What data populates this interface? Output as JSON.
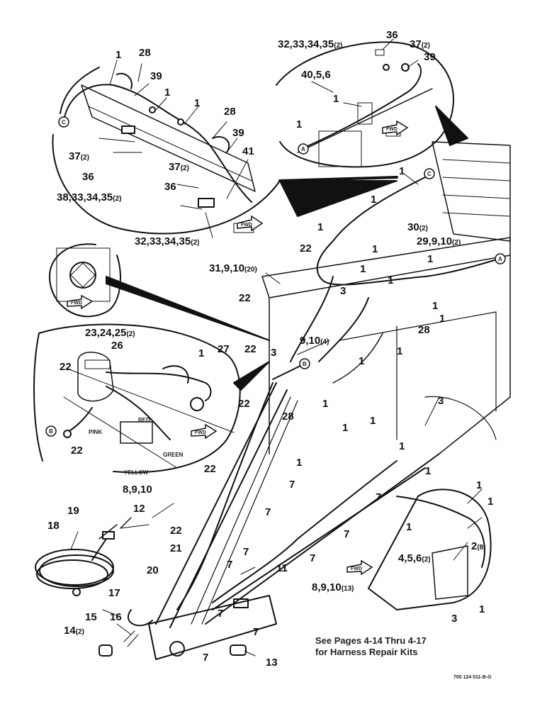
{
  "callouts": {
    "c1": "1",
    "c28a": "28",
    "c39a": "39",
    "c1b": "1",
    "c1c": "1",
    "c28b": "28",
    "c39b": "39",
    "c41": "41",
    "c37a": "37",
    "c37a_q": "(2)",
    "c36a": "36",
    "c38": "38,33,34,35",
    "c38_q": "(2)",
    "c37b": "37",
    "c37b_q": "(2)",
    "c36b": "36",
    "c32b": "32,33,34,35",
    "c32b_q": "(2)",
    "c32a": "32,33,34,35",
    "c32a_q": "(2)",
    "c36c": "36",
    "c37c": "37",
    "c37c_q": "(2)",
    "c39c": "39",
    "c40": "40,5,6",
    "c1d": "1",
    "c1e": "1",
    "c1f": "1",
    "c1g": "1",
    "c1h": "1",
    "c30": "30",
    "c30_q": "(2)",
    "c29": "29,9,10",
    "c29_q": "(2)",
    "c22a": "22",
    "c1i": "1",
    "c1j": "1",
    "c31": "31,9,10",
    "c31_q": "(20)",
    "c22b": "22",
    "c3a": "3",
    "c1k": "1",
    "c1l": "1",
    "c1m": "1",
    "c28c": "28",
    "c9a": "9,10",
    "c9a_q": "(4)",
    "c1n": "1",
    "c1o": "1",
    "c23": "23,24,25",
    "c23_q": "(2)",
    "c26": "26",
    "c22c": "22",
    "c1p": "1",
    "c27": "27",
    "c22d": "22",
    "c22e": "22",
    "c3b": "3",
    "c22f": "22",
    "c28d": "28",
    "c1q": "1",
    "c1r": "1",
    "c3c": "3",
    "c1s": "1",
    "c1t": "1",
    "c1u": "1",
    "c1v": "1",
    "c1w": "1",
    "c22g": "22",
    "c8a": "8,9,10",
    "c19": "19",
    "c12": "12",
    "c18": "18",
    "c7a": "7",
    "c1x": "1",
    "c7b": "7",
    "c1y": "1",
    "c1z": "1",
    "c7c": "7",
    "c22h": "22",
    "c7d": "7",
    "c21": "21",
    "c7e": "7",
    "c2": "2",
    "c2_q": "(8)",
    "c4": "4,5,6",
    "c4_q": "(2)",
    "c7f": "7",
    "c11": "11",
    "c20": "20",
    "c8b": "8,9,10",
    "c8b_q": "(13)",
    "c17": "17",
    "c1aa": "1",
    "c15": "15",
    "c16": "16",
    "c14": "14",
    "c14_q": "(2)",
    "c7g": "7",
    "c7h": "7",
    "c3d": "3",
    "c13": "13",
    "c7i": "7"
  },
  "wire_colors": {
    "pink": "PINK",
    "red": "RED",
    "green": "GREEN",
    "yellow": "YELLOW"
  },
  "connector_tags": {
    "c": "C",
    "a": "A",
    "b": "B",
    "fwd": "FWD"
  },
  "note": {
    "line1": "See Pages 4-14 Thru 4-17",
    "line2": "for Harness Repair Kits"
  },
  "drawing_number": "700 124 011-B-G"
}
